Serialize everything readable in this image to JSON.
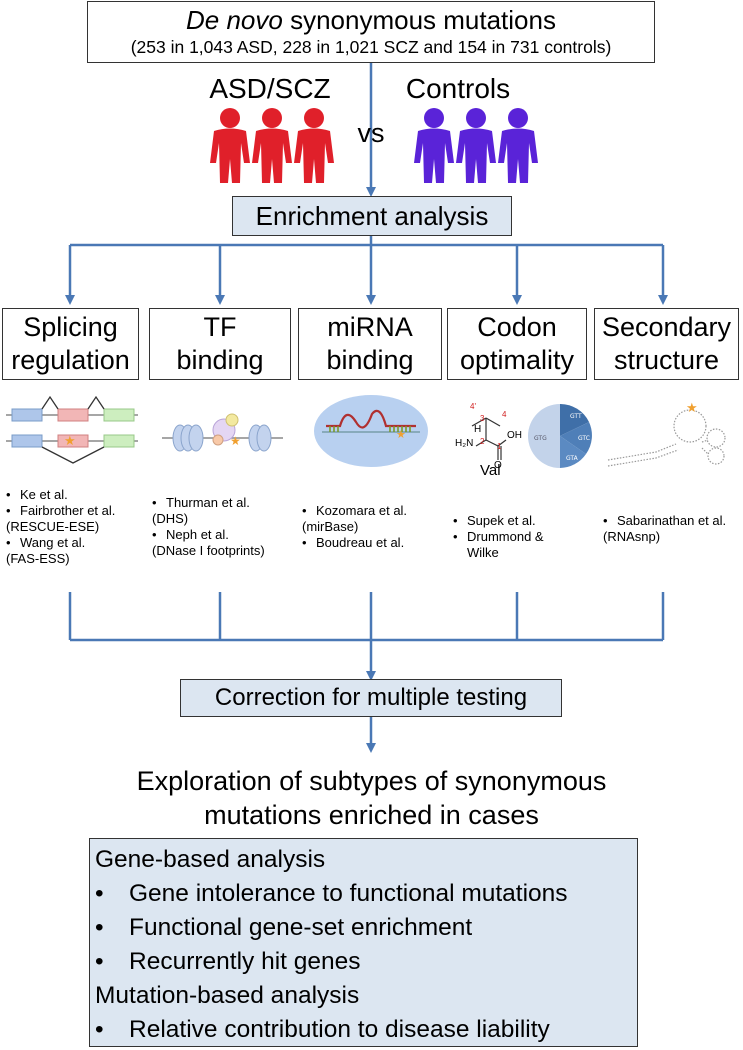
{
  "header": {
    "title_italic": "De novo",
    "title_rest": " synonymous mutations",
    "subtitle": "(253 in 1,043 ASD, 228 in 1,021 SCZ and 154 in 731 controls)"
  },
  "groups": {
    "cases_label": "ASD/SCZ",
    "vs_label": "vs",
    "controls_label": "Controls",
    "cases_color": "#e0202a",
    "controls_color": "#5a23d8"
  },
  "enrichment": {
    "label": "Enrichment analysis"
  },
  "categories": [
    {
      "line1": "Splicing",
      "line2": "regulation"
    },
    {
      "line1": "TF",
      "line2": "binding"
    },
    {
      "line1": "miRNA",
      "line2": "binding"
    },
    {
      "line1": "Codon",
      "line2": "optimality"
    },
    {
      "line1": "Secondary",
      "line2": "structure"
    }
  ],
  "references": {
    "splicing": [
      "Ke et al.",
      "Fairbrother et al.",
      "(RESCUE-ESE)",
      "Wang et al.",
      "(FAS-ESS)"
    ],
    "tf": [
      "Thurman et al.",
      "(DHS)",
      "Neph et al.",
      "(DNase I footprints)"
    ],
    "mirna": [
      "Kozomara et al.",
      "(mirBase)",
      "Boudreau et al."
    ],
    "codon": [
      "Supek et al.",
      "Drummond &",
      "Wilke"
    ],
    "structure": [
      "Sabarinathan et al.",
      "(RNAsnp)"
    ]
  },
  "codon_icon": {
    "amino_acid": "Val",
    "h_label": "H",
    "nh2_label": "H₂N",
    "oh_label": "OH",
    "o_label": "O",
    "carbon_numbers": [
      "4'",
      "3",
      "4",
      "2",
      "1"
    ],
    "pie_slices": [
      "GTT",
      "GTC",
      "GTA",
      "GTG"
    ]
  },
  "correction": {
    "label": "Correction for multiple testing"
  },
  "exploration": {
    "line1": "Exploration of subtypes of synonymous",
    "line2": "mutations enriched in cases"
  },
  "analysis": {
    "gene_heading": "Gene-based analysis",
    "gene_items": [
      "Gene intolerance to functional mutations",
      "Functional gene-set enrichment",
      "Recurrently hit genes"
    ],
    "mutation_heading": "Mutation-based analysis",
    "mutation_items": [
      "Relative contribution to disease liability"
    ]
  },
  "colors": {
    "arrow": "#4a78b5",
    "box_fill": "#dce6f1"
  }
}
